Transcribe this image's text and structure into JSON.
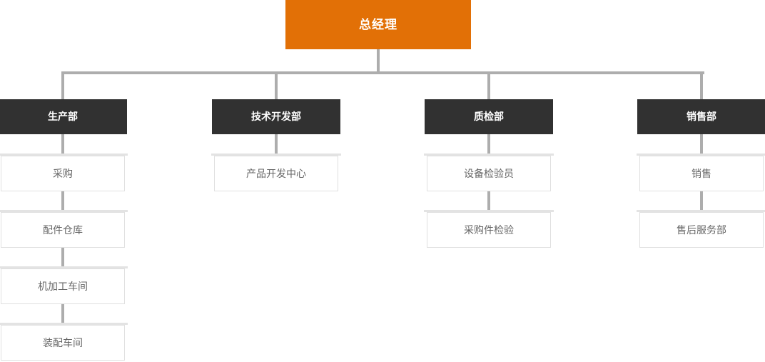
{
  "colors": {
    "page_bg": "#ffffff",
    "root_bg": "#e27006",
    "dept_bg": "#313131",
    "box_text": "#ffffff",
    "node_border": "#e0e0e0",
    "node_strip": "#e3e3e3",
    "node_text": "#666666",
    "connector": "#adadad"
  },
  "org_chart": {
    "root": {
      "label": "总经理"
    },
    "columns": [
      {
        "head": {
          "label": "生产部"
        },
        "children": [
          {
            "label": "采购"
          },
          {
            "label": "配件仓库"
          },
          {
            "label": "机加工车间"
          },
          {
            "label": "装配车间"
          }
        ]
      },
      {
        "head": {
          "label": "技术开发部"
        },
        "children": [
          {
            "label": "产品开发中心"
          }
        ]
      },
      {
        "head": {
          "label": "质检部"
        },
        "children": [
          {
            "label": "设备检验员"
          },
          {
            "label": "采购件检验"
          }
        ]
      },
      {
        "head": {
          "label": "销售部"
        },
        "children": [
          {
            "label": "销售"
          },
          {
            "label": "售后服务部"
          }
        ]
      }
    ]
  }
}
